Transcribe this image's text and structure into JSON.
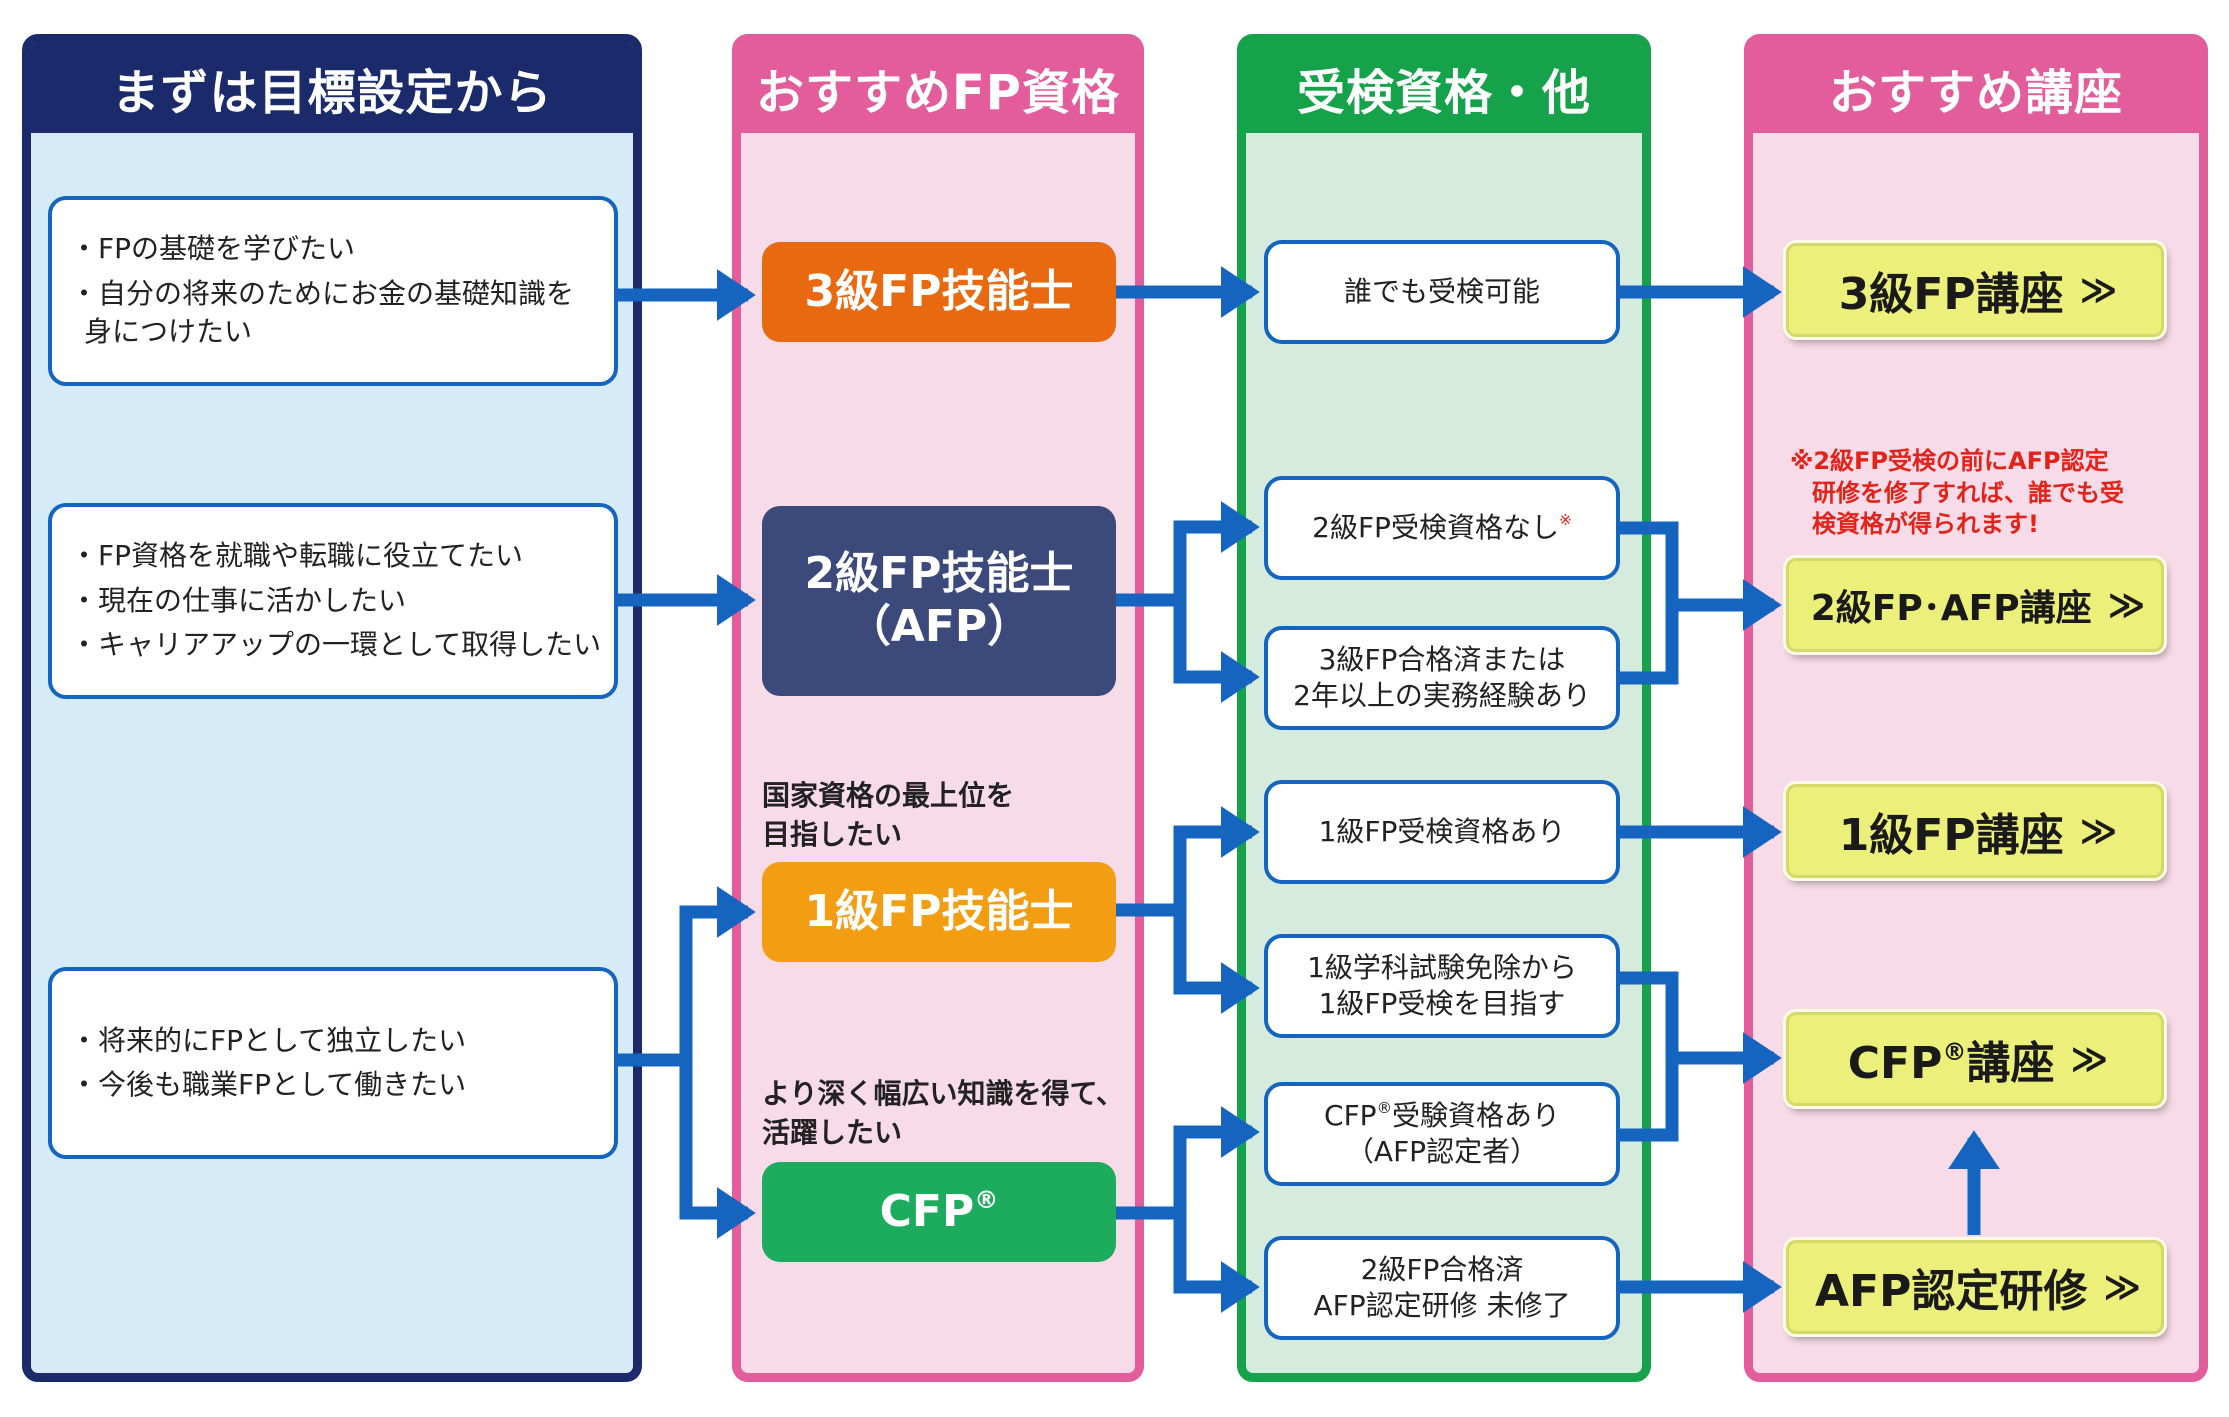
{
  "colors": {
    "navy": "#1b2a6b",
    "pink": "#e35c9b",
    "green": "#15a24b",
    "arrow_blue": "#1565c0",
    "level3_orange": "#e8690f",
    "level2_navy": "#3b4a7a",
    "level1_orange": "#f39d12",
    "cfp_green": "#1dab5d",
    "course_yellow": "#ecf07a",
    "warning_red": "#e2231a"
  },
  "columns": {
    "goals": "まずは目標設定から",
    "qualifications": "おすすめFP資格",
    "eligibility": "受検資格・他",
    "courses": "おすすめ講座"
  },
  "goals": [
    {
      "lines": [
        "・FPの基礎を学びたい",
        "・自分の将来のためにお金の基礎知識を",
        "身につけたい"
      ]
    },
    {
      "lines": [
        "・FP資格を就職や転職に役立てたい",
        "・現在の仕事に活かしたい",
        "・キャリアアップの一環として取得したい"
      ]
    },
    {
      "lines": [
        "・将来的にFPとして独立したい",
        "・今後も職業FPとして働きたい"
      ]
    }
  ],
  "qualifications": {
    "level3": "3級FP技能士",
    "level2_line1": "2級FP技能士",
    "level2_line2": "（AFP）",
    "level1": "1級FP技能士",
    "level1_note_line1": "国家資格の最上位を",
    "level1_note_line2": "目指したい",
    "cfp": "CFP",
    "cfp_mark": "®",
    "cfp_note_line1": "より深く幅広い知識を得て、",
    "cfp_note_line2": "活躍したい"
  },
  "eligibility": {
    "anyone": "誰でも受検可能",
    "no_l2_eligibility": "2級FP受検資格なし",
    "no_l2_mark": "※",
    "l3_passed_line1": "3級FP合格済または",
    "l3_passed_line2": "2年以上の実務経験あり",
    "l1_eligible": "1級FP受検資格あり",
    "l1_exempt_line1": "1級学科試験免除から",
    "l1_exempt_line2": "1級FP受検を目指す",
    "cfp_eligible_line1a": "CFP",
    "cfp_eligible_mark": "®",
    "cfp_eligible_line1b": "受験資格あり",
    "cfp_eligible_line2": "（AFP認定者）",
    "l2_passed_line1": "2級FP合格済",
    "l2_passed_line2": "AFP認定研修 未修了"
  },
  "courses": {
    "level3": "3級FP講座",
    "level2_afp": "2級FP･AFP講座",
    "level1": "1級FP講座",
    "cfp": "CFP",
    "cfp_mark": "®",
    "cfp_suffix": "講座",
    "afp_training": "AFP認定研修",
    "chevron": "≫"
  },
  "warning": {
    "line1": "※2級FP受検の前にAFP認定",
    "line2": "研修を修了すれば、誰でも受",
    "line3": "検資格が得られます!"
  }
}
